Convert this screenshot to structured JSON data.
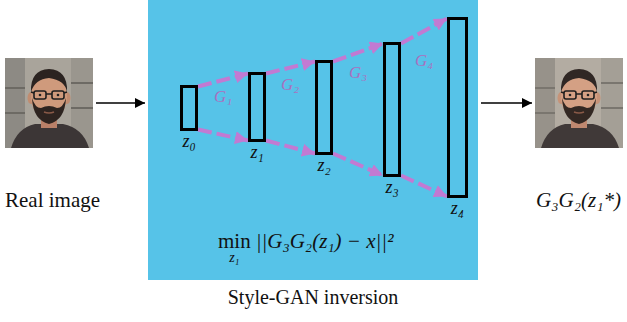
{
  "diagram": {
    "nodes": [
      {
        "text": [
          "Real image"
        ]
      },
      {
        "text": [
          "min",
          "z₁",
          "||G₃G₂(z₁) − x||²",
          "Style-GAN inversion"
        ]
      },
      {
        "text": [
          "z₀"
        ],
        "in": 1
      },
      {
        "text": [
          "z₁"
        ],
        "in": 1
      },
      {
        "text": [
          "z₂"
        ],
        "in": 1
      },
      {
        "text": [
          "z₃"
        ],
        "in": 1
      },
      {
        "text": [
          "z₄"
        ],
        "in": 1
      },
      {
        "text": [
          "G₃G₂(z₁*)"
        ]
      }
    ],
    "edges": [
      {
        "from": 0,
        "to": 1,
        "arrow": "to"
      },
      {
        "from": 2,
        "to": 3,
        "arrow": "to"
      },
      {
        "from": 2,
        "to": 3,
        "arrow": "to"
      },
      {
        "from": 3,
        "to": 4,
        "arrow": "to"
      },
      {
        "from": 3,
        "to": 4,
        "arrow": "to"
      },
      {
        "from": 4,
        "to": 5,
        "arrow": "to"
      },
      {
        "from": 4,
        "to": 5,
        "arrow": "to"
      },
      {
        "from": 5,
        "to": 6,
        "arrow": "to"
      },
      {
        "from": 5,
        "to": 6,
        "arrow": "to"
      },
      {
        "from": 1,
        "to": 7,
        "arrow": "to"
      }
    ],
    "labels": [
      "G₁",
      "G₂",
      "G₃",
      "G₄"
    ]
  }
}
